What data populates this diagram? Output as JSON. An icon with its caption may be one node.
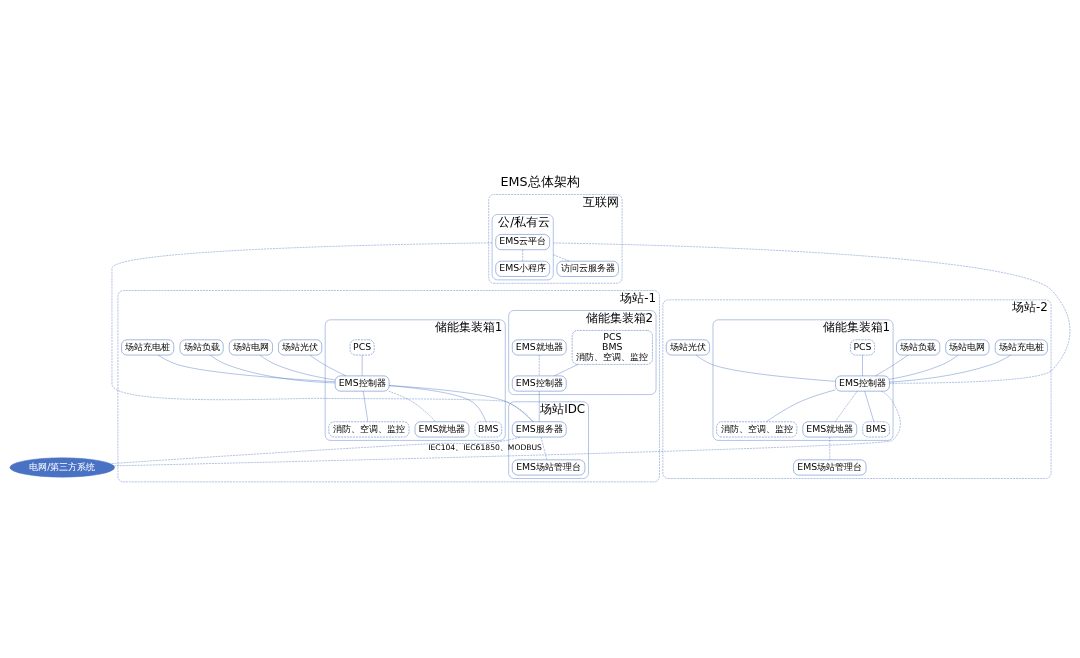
{
  "diagram": {
    "title": "EMS总体架构",
    "nodes": [
      {
        "text": [
          "互联网"
        ]
      },
      {
        "text": [
          "公/私有云"
        ],
        "in": 0
      },
      {
        "text": [
          "EMS云平台"
        ],
        "in": 1
      },
      {
        "text": [
          "EMS小程序"
        ],
        "in": 1
      },
      {
        "text": [
          "访问云服务器"
        ],
        "in": 0
      },
      {
        "text": [
          "场站-1"
        ]
      },
      {
        "text": [
          "场站电网"
        ],
        "in": 5
      },
      {
        "text": [
          "场站负载"
        ],
        "in": 5
      },
      {
        "text": [
          "场站充电桩"
        ],
        "in": 5
      },
      {
        "text": [
          "场站光伏"
        ],
        "in": 5
      },
      {
        "text": [
          "储能集装箱1"
        ],
        "in": 5
      },
      {
        "text": [
          "PCS"
        ],
        "in": 10
      },
      {
        "text": [
          "EMS控制器"
        ],
        "in": 10
      },
      {
        "text": [
          "EMS就地器"
        ],
        "in": 10
      },
      {
        "text": [
          "BMS"
        ],
        "in": 10
      },
      {
        "text": [
          "消防、空调、监控"
        ],
        "in": 10
      },
      {
        "text": [
          "储能集装箱2"
        ],
        "in": 5
      },
      {
        "text": [
          "PCS",
          "BMS",
          "消防、空调、监控"
        ],
        "in": 16
      },
      {
        "text": [
          "EMS就地器"
        ],
        "in": 16
      },
      {
        "text": [
          "EMS控制器"
        ],
        "in": 16
      },
      {
        "text": [
          "场站IDC"
        ],
        "in": 5
      },
      {
        "text": [
          "EMS服务器"
        ],
        "in": 20
      },
      {
        "text": [
          "EMS场站管理台"
        ],
        "in": 20
      },
      {
        "text": [
          "场站-2"
        ]
      },
      {
        "text": [
          "场站电网"
        ],
        "in": 23
      },
      {
        "text": [
          "场站负载"
        ],
        "in": 23
      },
      {
        "text": [
          "场站充电桩"
        ],
        "in": 23
      },
      {
        "text": [
          "场站光伏"
        ],
        "in": 23
      },
      {
        "text": [
          "储能集装箱1"
        ],
        "in": 23
      },
      {
        "text": [
          "PCS"
        ],
        "in": 28
      },
      {
        "text": [
          "EMS控制器"
        ],
        "in": 28
      },
      {
        "text": [
          "EMS就地器"
        ],
        "in": 28
      },
      {
        "text": [
          "BMS"
        ],
        "in": 28
      },
      {
        "text": [
          "消防、空调、监控"
        ],
        "in": 28
      },
      {
        "text": [
          "EMS场站管理台"
        ],
        "in": 23
      },
      {
        "text": [
          "电网/第三方系统"
        ]
      }
    ],
    "edges": [
      {
        "from": 2,
        "to": 3,
        "arrow": "none",
        "style": "dashed"
      },
      {
        "from": 1,
        "to": 4,
        "arrow": "none",
        "style": "dashed"
      },
      {
        "from": 1,
        "to": 21,
        "arrow": "none",
        "style": "dashed"
      },
      {
        "from": 1,
        "to": 30,
        "arrow": "none",
        "style": "dashed"
      },
      {
        "from": 6,
        "to": 12,
        "arrow": "none"
      },
      {
        "from": 7,
        "to": 12,
        "arrow": "none"
      },
      {
        "from": 8,
        "to": 12,
        "arrow": "none"
      },
      {
        "from": 9,
        "to": 12,
        "arrow": "none"
      },
      {
        "from": 11,
        "to": 12,
        "arrow": "none"
      },
      {
        "from": 12,
        "to": 13,
        "arrow": "none",
        "style": "dashed"
      },
      {
        "from": 12,
        "to": 14,
        "arrow": "none"
      },
      {
        "from": 12,
        "to": 15,
        "arrow": "none"
      },
      {
        "from": 12,
        "to": 21,
        "arrow": "none"
      },
      {
        "from": 18,
        "to": 19,
        "arrow": "none",
        "style": "dashed"
      },
      {
        "from": 17,
        "to": 19,
        "arrow": "none"
      },
      {
        "from": 19,
        "to": 21,
        "arrow": "none"
      },
      {
        "from": 21,
        "to": 22,
        "arrow": "none",
        "style": "dashed"
      },
      {
        "from": 21,
        "to": 35,
        "arrow": "none",
        "style": "dashed",
        "label": "IEC104、IEC61850、MODBUS"
      },
      {
        "from": 24,
        "to": 30,
        "arrow": "none"
      },
      {
        "from": 25,
        "to": 30,
        "arrow": "none"
      },
      {
        "from": 26,
        "to": 30,
        "arrow": "none"
      },
      {
        "from": 27,
        "to": 30,
        "arrow": "none"
      },
      {
        "from": 29,
        "to": 30,
        "arrow": "none"
      },
      {
        "from": 30,
        "to": 31,
        "arrow": "none",
        "style": "dashed"
      },
      {
        "from": 30,
        "to": 32,
        "arrow": "none"
      },
      {
        "from": 30,
        "to": 33,
        "arrow": "none"
      },
      {
        "from": 31,
        "to": 34,
        "arrow": "none",
        "style": "dashed"
      },
      {
        "from": 35,
        "to": 30,
        "arrow": "none",
        "style": "dashed"
      }
    ]
  }
}
